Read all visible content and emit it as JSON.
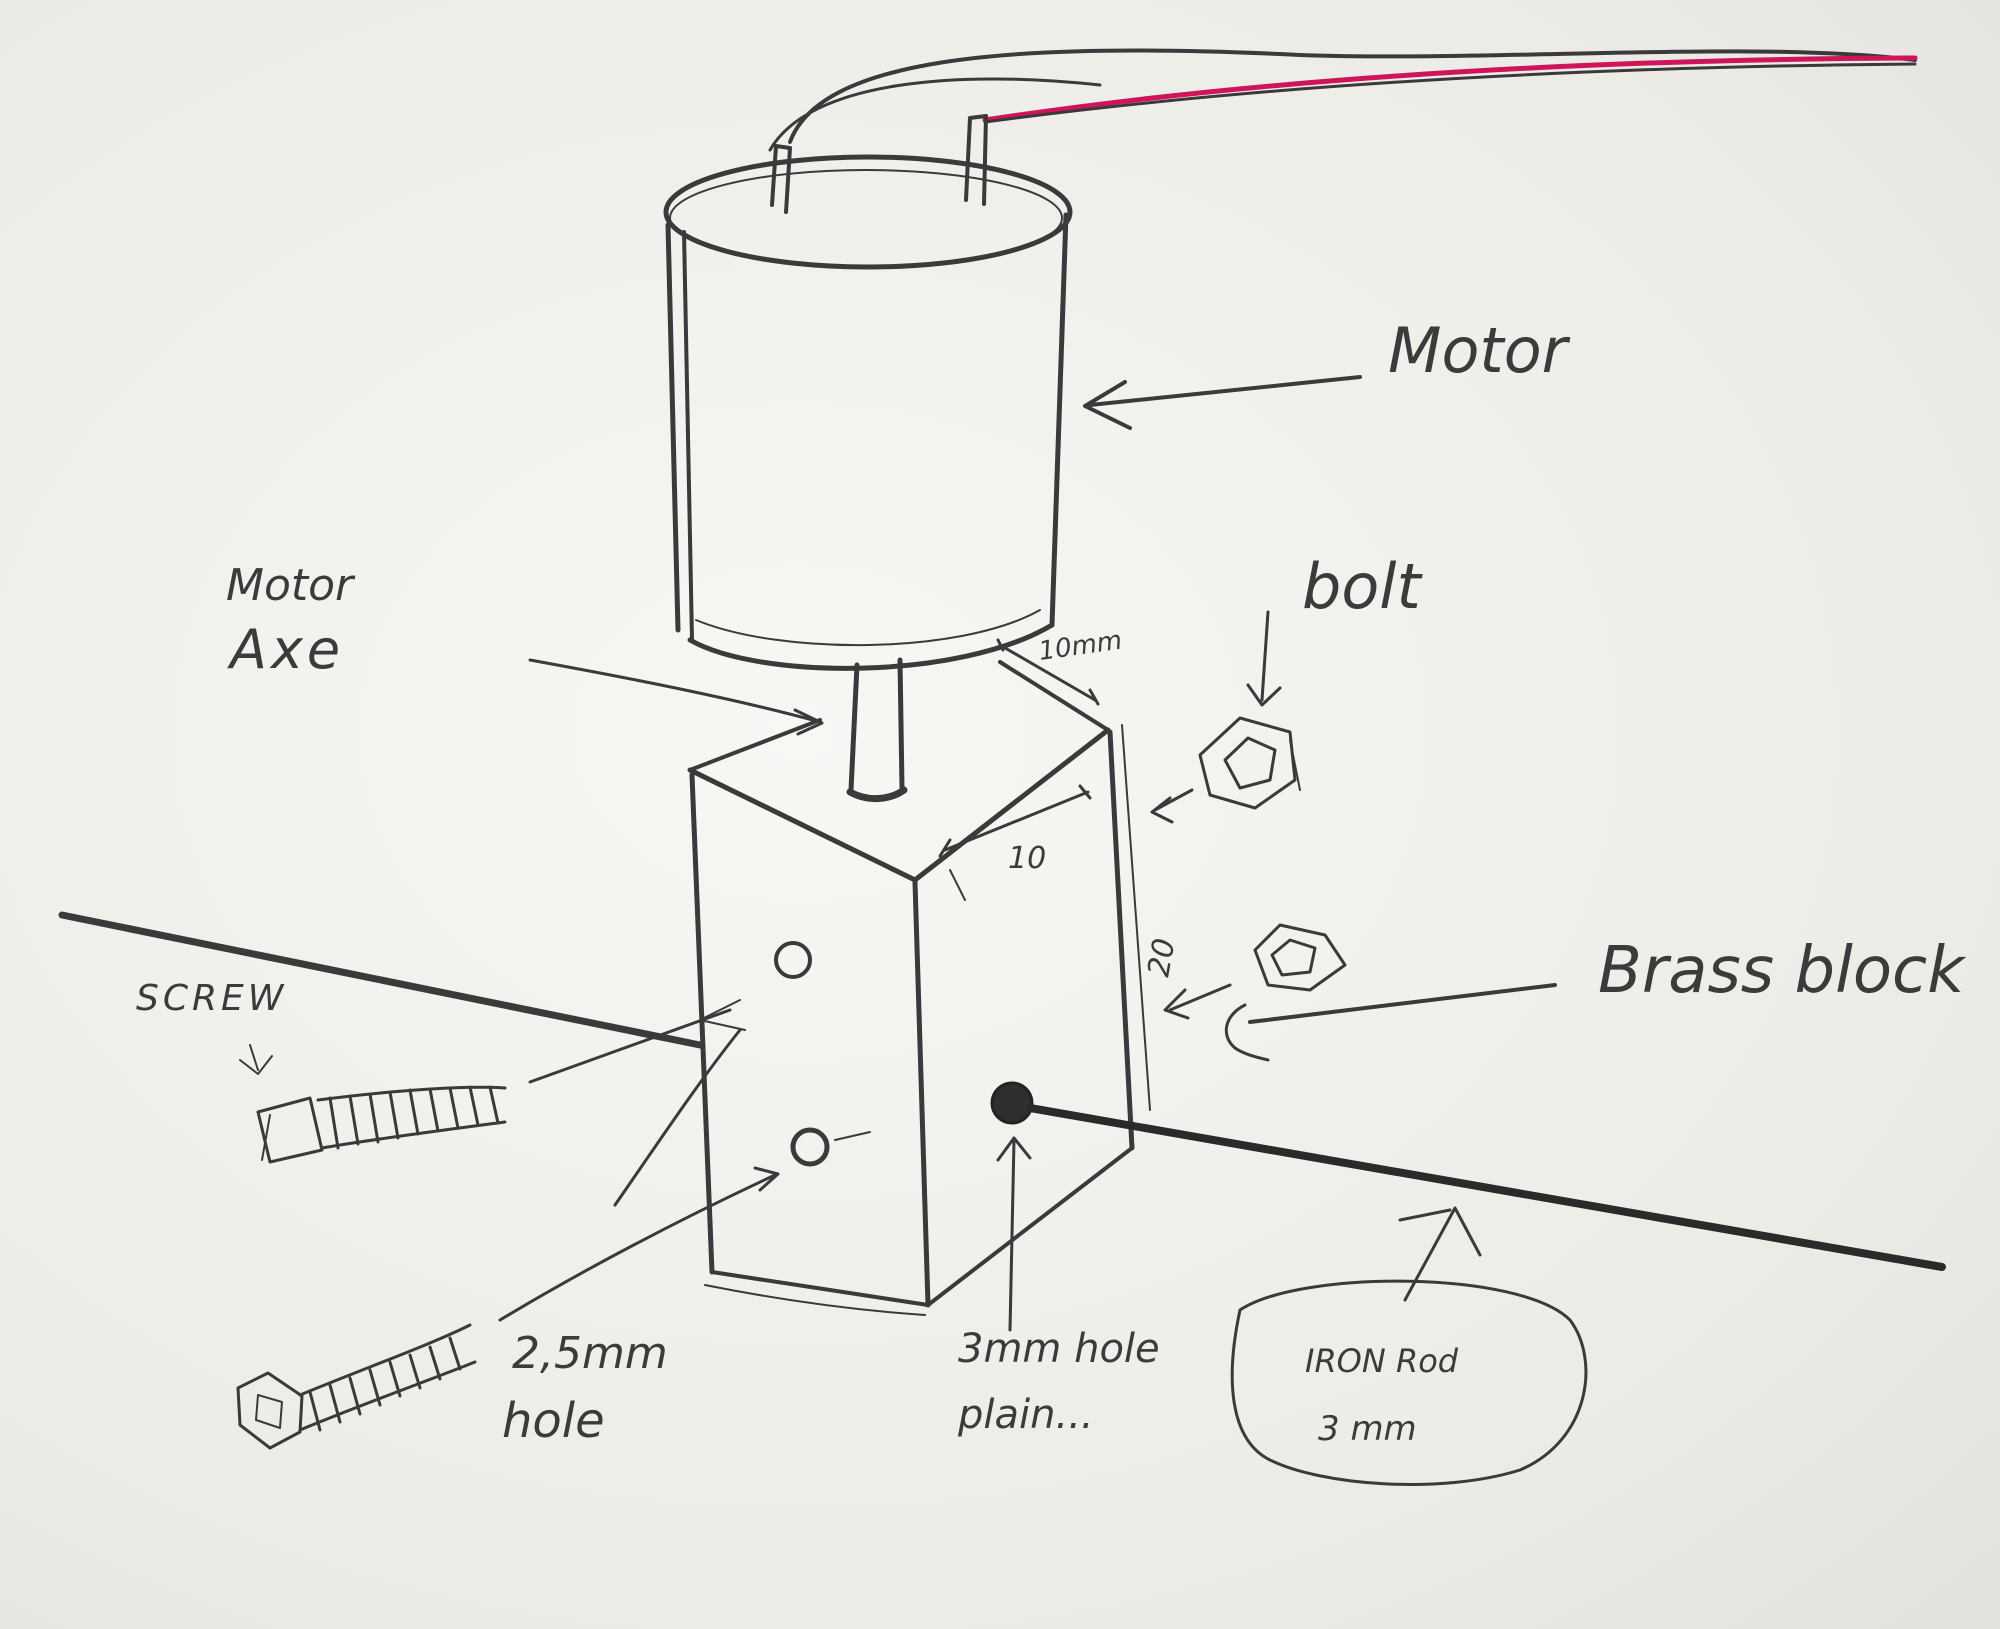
{
  "labels": {
    "motor": "Motor",
    "motor_axe_line1": "Motor",
    "motor_axe_line2": "Axe",
    "bolt": "bolt",
    "dim_top": "10mm",
    "dim_side": "10",
    "dim_height": "20",
    "screw": "SCREW",
    "brass_block": "Brass block",
    "hole_25_line1": "2,5mm",
    "hole_25_line2": "hole",
    "hole_3_line1": "3mm hole",
    "hole_3_line2": "plain...",
    "iron_rod_line1": "IRON Rod",
    "iron_rod_line2": "3 mm"
  },
  "colors": {
    "pencil": "#3a3a3a",
    "red_wire": "#d0145a",
    "paper": "#f2f2ee"
  }
}
